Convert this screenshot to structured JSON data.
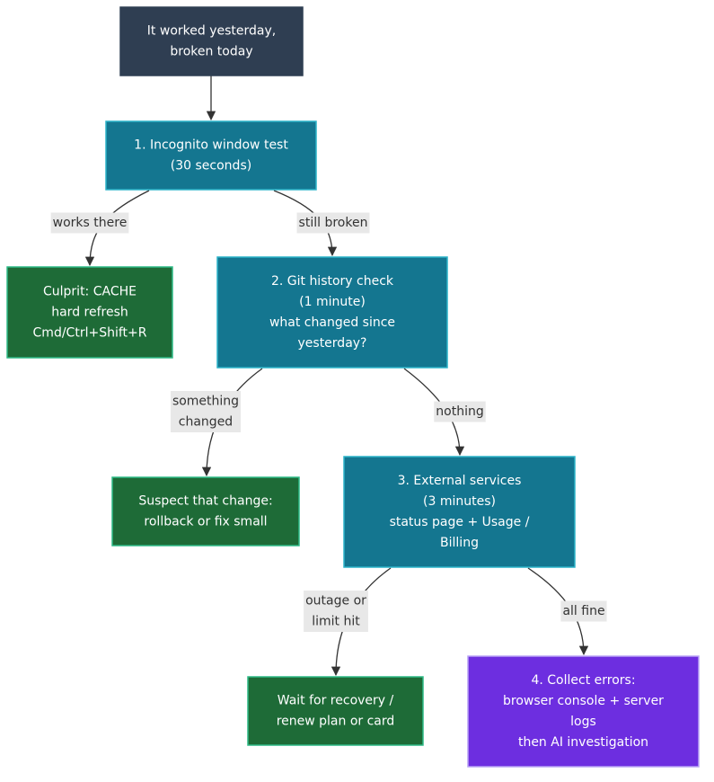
{
  "diagram": {
    "colors": {
      "start": "#2f3e52",
      "step": "#147690",
      "step_border": "#2bb3c9",
      "outcome": "#1e6b37",
      "outcome_border": "#2dba86",
      "final": "#6d2ee0",
      "final_border": "#b9a4f5",
      "edge": "#333333",
      "edge_label_bg": "#e8e8e8"
    },
    "nodes": [
      {
        "id": "start",
        "kind": "start",
        "lines": [
          "It worked yesterday,",
          "broken today"
        ]
      },
      {
        "id": "incognito",
        "kind": "step",
        "lines": [
          "1. Incognito window test",
          "(30 seconds)"
        ]
      },
      {
        "id": "cache",
        "kind": "outcome",
        "lines": [
          "Culprit: CACHE",
          "hard refresh",
          "Cmd/Ctrl+Shift+R"
        ]
      },
      {
        "id": "git",
        "kind": "step",
        "lines": [
          "2. Git history check",
          "(1 minute)",
          "what changed since",
          "yesterday?"
        ]
      },
      {
        "id": "suspect",
        "kind": "outcome",
        "lines": [
          "Suspect that change:",
          "rollback or fix small"
        ]
      },
      {
        "id": "external",
        "kind": "step",
        "lines": [
          "3. External services",
          "(3 minutes)",
          "status page + Usage /",
          "Billing"
        ]
      },
      {
        "id": "wait",
        "kind": "outcome",
        "lines": [
          "Wait for recovery /",
          "renew plan or card"
        ]
      },
      {
        "id": "collect",
        "kind": "final",
        "lines": [
          "4. Collect errors:",
          "browser console + server",
          "logs",
          "then AI investigation"
        ]
      }
    ],
    "edges": [
      {
        "from": "start",
        "to": "incognito",
        "label": []
      },
      {
        "from": "incognito",
        "to": "cache",
        "label": [
          "works there"
        ]
      },
      {
        "from": "incognito",
        "to": "git",
        "label": [
          "still broken"
        ]
      },
      {
        "from": "git",
        "to": "suspect",
        "label": [
          "something",
          "changed"
        ]
      },
      {
        "from": "git",
        "to": "external",
        "label": [
          "nothing"
        ]
      },
      {
        "from": "external",
        "to": "wait",
        "label": [
          "outage or",
          "limit hit"
        ]
      },
      {
        "from": "external",
        "to": "collect",
        "label": [
          "all fine"
        ]
      }
    ]
  }
}
